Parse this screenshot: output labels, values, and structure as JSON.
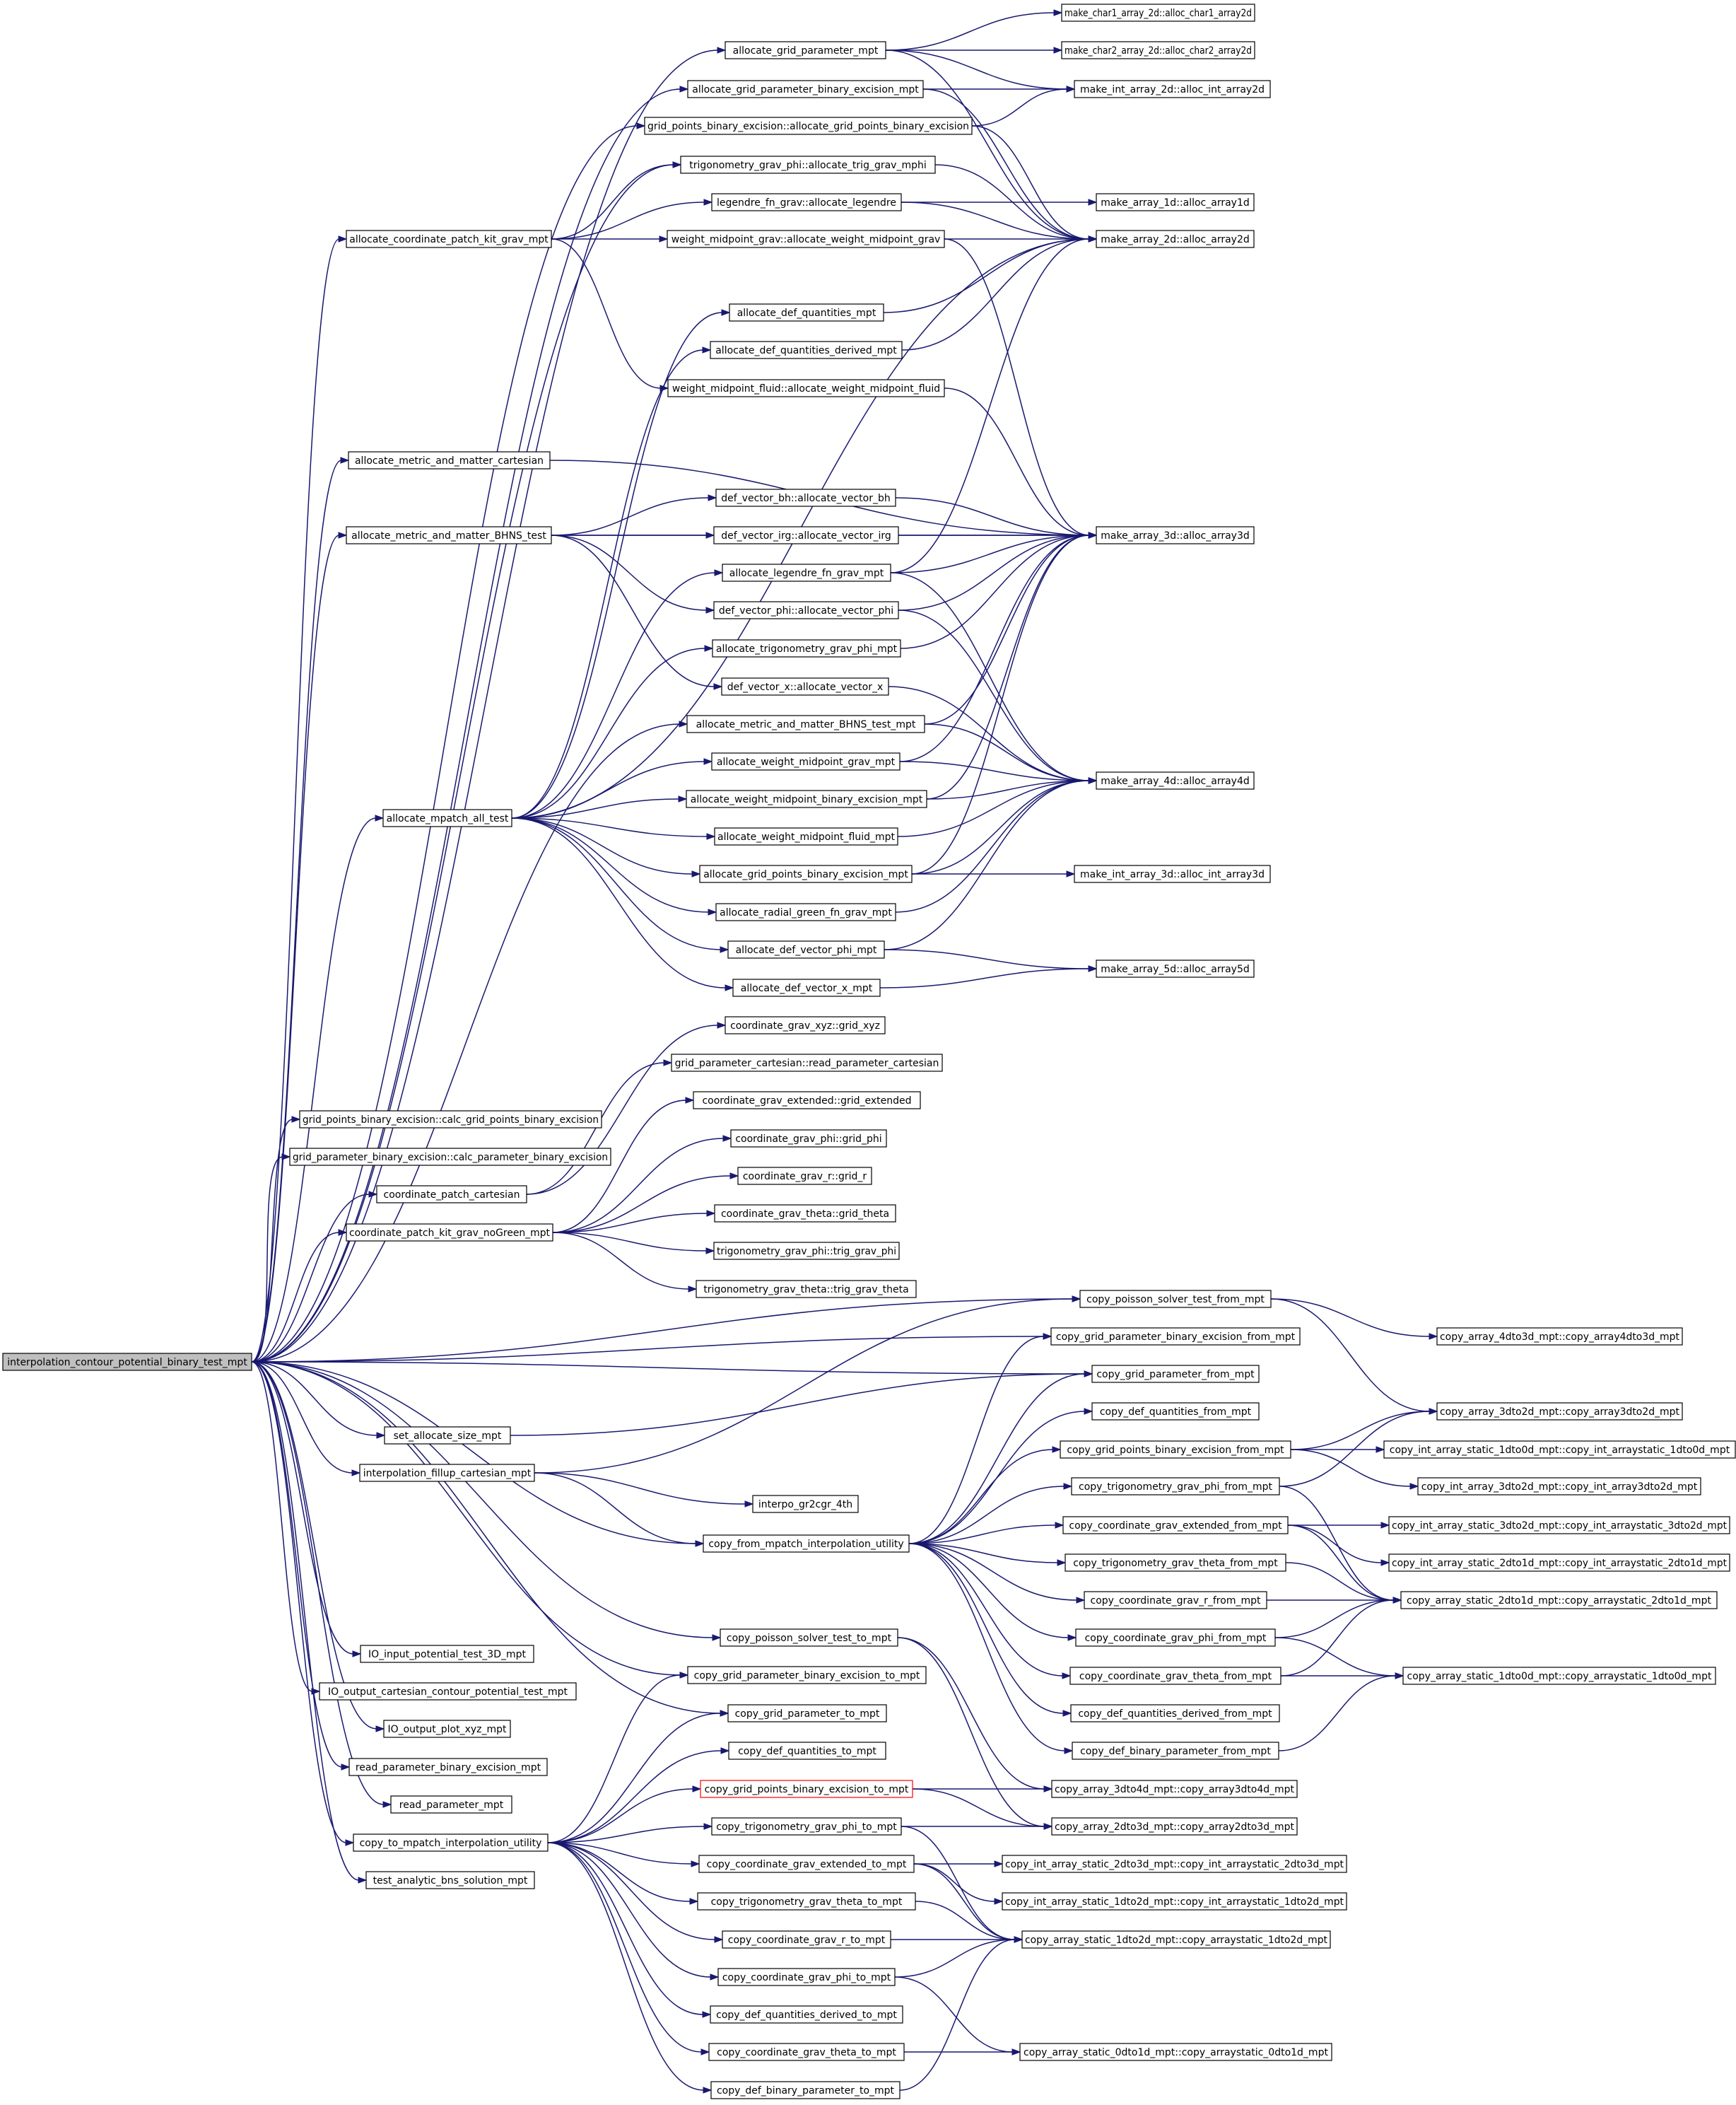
{
  "nodes": [
    {
      "id": "root",
      "label": "interpolation_contour_potential_binary_test_mpt"
    },
    {
      "id": "agp",
      "label": "allocate_grid_parameter_mpt"
    },
    {
      "id": "agpb",
      "label": "allocate_grid_parameter_binary_excision_mpt"
    },
    {
      "id": "gpbe_alloc",
      "label": "grid_points_binary_excision::allocate_grid_points_binary_excision"
    },
    {
      "id": "trig_alloc",
      "label": "trigonometry_grav_phi::allocate_trig_grav_mphi"
    },
    {
      "id": "leg_alloc",
      "label": "legendre_fn_grav::allocate_legendre"
    },
    {
      "id": "acpk",
      "label": "allocate_coordinate_patch_kit_grav_mpt"
    },
    {
      "id": "wmg_alloc",
      "label": "weight_midpoint_grav::allocate_weight_midpoint_grav"
    },
    {
      "id": "adq",
      "label": "allocate_def_quantities_mpt"
    },
    {
      "id": "adqd",
      "label": "allocate_def_quantities_derived_mpt"
    },
    {
      "id": "wmf_alloc",
      "label": "weight_midpoint_fluid::allocate_weight_midpoint_fluid"
    },
    {
      "id": "amm_cart",
      "label": "allocate_metric_and_matter_cartesian"
    },
    {
      "id": "amm_bhns",
      "label": "allocate_metric_and_matter_BHNS_test"
    },
    {
      "id": "dv_bh",
      "label": "def_vector_bh::allocate_vector_bh"
    },
    {
      "id": "dv_irg",
      "label": "def_vector_irg::allocate_vector_irg"
    },
    {
      "id": "alfg",
      "label": "allocate_legendre_fn_grav_mpt"
    },
    {
      "id": "dv_phi",
      "label": "def_vector_phi::allocate_vector_phi"
    },
    {
      "id": "atgp",
      "label": "allocate_trigonometry_grav_phi_mpt"
    },
    {
      "id": "dv_x",
      "label": "def_vector_x::allocate_vector_x"
    },
    {
      "id": "amm_bhns_mpt",
      "label": "allocate_metric_and_matter_BHNS_test_mpt"
    },
    {
      "id": "awmg",
      "label": "allocate_weight_midpoint_grav_mpt"
    },
    {
      "id": "amall",
      "label": "allocate_mpatch_all_test"
    },
    {
      "id": "awmbe",
      "label": "allocate_weight_midpoint_binary_excision_mpt"
    },
    {
      "id": "awmf",
      "label": "allocate_weight_midpoint_fluid_mpt"
    },
    {
      "id": "agpbe",
      "label": "allocate_grid_points_binary_excision_mpt"
    },
    {
      "id": "argg",
      "label": "allocate_radial_green_fn_grav_mpt"
    },
    {
      "id": "advp",
      "label": "allocate_def_vector_phi_mpt"
    },
    {
      "id": "advx",
      "label": "allocate_def_vector_x_mpt"
    },
    {
      "id": "mc1",
      "label": "make_char1_array_2d::alloc_char1_array2d"
    },
    {
      "id": "mc2",
      "label": "make_char2_array_2d::alloc_char2_array2d"
    },
    {
      "id": "mi2",
      "label": "make_int_array_2d::alloc_int_array2d"
    },
    {
      "id": "m1d",
      "label": "make_array_1d::alloc_array1d"
    },
    {
      "id": "m2d",
      "label": "make_array_2d::alloc_array2d"
    },
    {
      "id": "m3d",
      "label": "make_array_3d::alloc_array3d"
    },
    {
      "id": "m4d",
      "label": "make_array_4d::alloc_array4d"
    },
    {
      "id": "mi3",
      "label": "make_int_array_3d::alloc_int_array3d"
    },
    {
      "id": "m5d",
      "label": "make_array_5d::alloc_array5d"
    },
    {
      "id": "cg_xyz",
      "label": "coordinate_grav_xyz::grid_xyz"
    },
    {
      "id": "gp_read",
      "label": "grid_parameter_cartesian::read_parameter_cartesian"
    },
    {
      "id": "cg_ext",
      "label": "coordinate_grav_extended::grid_extended"
    },
    {
      "id": "calc_gpbe",
      "label": "grid_points_binary_excision::calc_grid_points_binary_excision"
    },
    {
      "id": "cg_phi",
      "label": "coordinate_grav_phi::grid_phi"
    },
    {
      "id": "calc_gpb",
      "label": "grid_parameter_binary_excision::calc_parameter_binary_excision"
    },
    {
      "id": "cpc",
      "label": "coordinate_patch_cartesian"
    },
    {
      "id": "cg_r",
      "label": "coordinate_grav_r::grid_r"
    },
    {
      "id": "cpkng",
      "label": "coordinate_patch_kit_grav_noGreen_mpt"
    },
    {
      "id": "cg_theta",
      "label": "coordinate_grav_theta::grid_theta"
    },
    {
      "id": "tg_phi",
      "label": "trigonometry_grav_phi::trig_grav_phi"
    },
    {
      "id": "tg_theta",
      "label": "trigonometry_grav_theta::trig_grav_theta"
    },
    {
      "id": "cps_from",
      "label": "copy_poisson_solver_test_from_mpt"
    },
    {
      "id": "cgpbe_from",
      "label": "copy_grid_parameter_binary_excision_from_mpt"
    },
    {
      "id": "cgp_from",
      "label": "copy_grid_parameter_from_mpt"
    },
    {
      "id": "cdq_from",
      "label": "copy_def_quantities_from_mpt"
    },
    {
      "id": "sas",
      "label": "set_allocate_size_mpt"
    },
    {
      "id": "cgpts_from",
      "label": "copy_grid_points_binary_excision_from_mpt"
    },
    {
      "id": "ifc",
      "label": "interpolation_fillup_cartesian_mpt"
    },
    {
      "id": "ctgp_from",
      "label": "copy_trigonometry_grav_phi_from_mpt"
    },
    {
      "id": "interpo",
      "label": "interpo_gr2cgr_4th"
    },
    {
      "id": "ccge_from",
      "label": "copy_coordinate_grav_extended_from_mpt"
    },
    {
      "id": "cfmiu",
      "label": "copy_from_mpatch_interpolation_utility"
    },
    {
      "id": "ctgt_from",
      "label": "copy_trigonometry_grav_theta_from_mpt"
    },
    {
      "id": "ccgr_from",
      "label": "copy_coordinate_grav_r_from_mpt"
    },
    {
      "id": "cps_to",
      "label": "copy_poisson_solver_test_to_mpt"
    },
    {
      "id": "ccgp_from",
      "label": "copy_coordinate_grav_phi_from_mpt"
    },
    {
      "id": "cgpbe_to",
      "label": "copy_grid_parameter_binary_excision_to_mpt"
    },
    {
      "id": "ccgt_from",
      "label": "copy_coordinate_grav_theta_from_mpt"
    },
    {
      "id": "io_in",
      "label": "IO_input_potential_test_3D_mpt"
    },
    {
      "id": "io_out",
      "label": "IO_output_cartesian_contour_potential_test_mpt"
    },
    {
      "id": "cdqd_from",
      "label": "copy_def_quantities_derived_from_mpt"
    },
    {
      "id": "io_plot",
      "label": "IO_output_plot_xyz_mpt"
    },
    {
      "id": "cgp_to",
      "label": "copy_grid_parameter_to_mpt"
    },
    {
      "id": "cdbp_from",
      "label": "copy_def_binary_parameter_from_mpt"
    },
    {
      "id": "rpbe",
      "label": "read_parameter_binary_excision_mpt"
    },
    {
      "id": "cdq_to",
      "label": "copy_def_quantities_to_mpt"
    },
    {
      "id": "rp",
      "label": "read_parameter_mpt"
    },
    {
      "id": "cgpts_to",
      "label": "copy_grid_points_binary_excision_to_mpt"
    },
    {
      "id": "ctmiu",
      "label": "copy_to_mpatch_interpolation_utility"
    },
    {
      "id": "ctgp_to",
      "label": "copy_trigonometry_grav_phi_to_mpt"
    },
    {
      "id": "tabs",
      "label": "test_analytic_bns_solution_mpt"
    },
    {
      "id": "ccge_to",
      "label": "copy_coordinate_grav_extended_to_mpt"
    },
    {
      "id": "ctgt_to",
      "label": "copy_trigonometry_grav_theta_to_mpt"
    },
    {
      "id": "ccgr_to",
      "label": "copy_coordinate_grav_r_to_mpt"
    },
    {
      "id": "ccgp_to",
      "label": "copy_coordinate_grav_phi_to_mpt"
    },
    {
      "id": "cdqd_to",
      "label": "copy_def_quantities_derived_to_mpt"
    },
    {
      "id": "ccgt_to",
      "label": "copy_coordinate_grav_theta_to_mpt"
    },
    {
      "id": "cdbp_to",
      "label": "copy_def_binary_parameter_to_mpt"
    },
    {
      "id": "ca43",
      "label": "copy_array_4dto3d_mpt::copy_array4dto3d_mpt"
    },
    {
      "id": "ca32",
      "label": "copy_array_3dto2d_mpt::copy_array3dto2d_mpt"
    },
    {
      "id": "cias10",
      "label": "copy_int_array_static_1dto0d_mpt::copy_int_arraystatic_1dto0d_mpt"
    },
    {
      "id": "cia32",
      "label": "copy_int_array_3dto2d_mpt::copy_int_array3dto2d_mpt"
    },
    {
      "id": "cias32",
      "label": "copy_int_array_static_3dto2d_mpt::copy_int_arraystatic_3dto2d_mpt"
    },
    {
      "id": "cias21",
      "label": "copy_int_array_static_2dto1d_mpt::copy_int_arraystatic_2dto1d_mpt"
    },
    {
      "id": "cas21",
      "label": "copy_array_static_2dto1d_mpt::copy_arraystatic_2dto1d_mpt"
    },
    {
      "id": "cas10",
      "label": "copy_array_static_1dto0d_mpt::copy_arraystatic_1dto0d_mpt"
    },
    {
      "id": "ca34",
      "label": "copy_array_3dto4d_mpt::copy_array3dto4d_mpt"
    },
    {
      "id": "ca23",
      "label": "copy_array_2dto3d_mpt::copy_array2dto3d_mpt"
    },
    {
      "id": "cias23",
      "label": "copy_int_array_static_2dto3d_mpt::copy_int_arraystatic_2dto3d_mpt"
    },
    {
      "id": "cias12",
      "label": "copy_int_array_static_1dto2d_mpt::copy_int_arraystatic_1dto2d_mpt"
    },
    {
      "id": "cas12",
      "label": "copy_array_static_1dto2d_mpt::copy_arraystatic_1dto2d_mpt"
    },
    {
      "id": "cas01",
      "label": "copy_array_static_0dto1d_mpt::copy_arraystatic_0dto1d_mpt"
    }
  ],
  "edges": [
    [
      "root",
      "agp"
    ],
    [
      "root",
      "agpb"
    ],
    [
      "root",
      "gpbe_alloc"
    ],
    [
      "root",
      "trig_alloc"
    ],
    [
      "root",
      "acpk"
    ],
    [
      "root",
      "amm_cart"
    ],
    [
      "root",
      "amm_bhns"
    ],
    [
      "root",
      "amm_bhns_mpt"
    ],
    [
      "root",
      "amall"
    ],
    [
      "root",
      "calc_gpbe"
    ],
    [
      "root",
      "calc_gpb"
    ],
    [
      "root",
      "cpc"
    ],
    [
      "root",
      "cpkng"
    ],
    [
      "root",
      "cps_from"
    ],
    [
      "root",
      "cgpbe_from"
    ],
    [
      "root",
      "cgp_from"
    ],
    [
      "root",
      "sas"
    ],
    [
      "root",
      "ifc"
    ],
    [
      "root",
      "cfmiu"
    ],
    [
      "root",
      "cps_to"
    ],
    [
      "root",
      "cgpbe_to"
    ],
    [
      "root",
      "cgp_to"
    ],
    [
      "root",
      "io_in"
    ],
    [
      "root",
      "io_out"
    ],
    [
      "root",
      "io_plot"
    ],
    [
      "root",
      "rpbe"
    ],
    [
      "root",
      "rp"
    ],
    [
      "root",
      "ctmiu"
    ],
    [
      "root",
      "tabs"
    ],
    [
      "agp",
      "mc1"
    ],
    [
      "agp",
      "mc2"
    ],
    [
      "agp",
      "mi2"
    ],
    [
      "agp",
      "m2d"
    ],
    [
      "agpb",
      "mi2"
    ],
    [
      "agpb",
      "m2d"
    ],
    [
      "gpbe_alloc",
      "mi2"
    ],
    [
      "gpbe_alloc",
      "m2d"
    ],
    [
      "trig_alloc",
      "m2d"
    ],
    [
      "leg_alloc",
      "m1d"
    ],
    [
      "leg_alloc",
      "m2d"
    ],
    [
      "acpk",
      "trig_alloc"
    ],
    [
      "acpk",
      "leg_alloc"
    ],
    [
      "acpk",
      "wmg_alloc"
    ],
    [
      "acpk",
      "wmf_alloc"
    ],
    [
      "wmg_alloc",
      "m2d"
    ],
    [
      "wmg_alloc",
      "m3d"
    ],
    [
      "adq",
      "m2d"
    ],
    [
      "adqd",
      "m2d"
    ],
    [
      "wmf_alloc",
      "m3d"
    ],
    [
      "amm_cart",
      "m3d"
    ],
    [
      "amm_bhns",
      "m3d"
    ],
    [
      "amm_bhns",
      "dv_bh"
    ],
    [
      "amm_bhns",
      "dv_irg"
    ],
    [
      "amm_bhns",
      "dv_phi"
    ],
    [
      "amm_bhns",
      "dv_x"
    ],
    [
      "dv_bh",
      "m3d"
    ],
    [
      "dv_irg",
      "m3d"
    ],
    [
      "dv_phi",
      "m3d"
    ],
    [
      "dv_phi",
      "m4d"
    ],
    [
      "dv_x",
      "m4d"
    ],
    [
      "alfg",
      "m2d"
    ],
    [
      "alfg",
      "m3d"
    ],
    [
      "alfg",
      "m4d"
    ],
    [
      "atgp",
      "m3d"
    ],
    [
      "amm_bhns_mpt",
      "m3d"
    ],
    [
      "amm_bhns_mpt",
      "m4d"
    ],
    [
      "awmg",
      "m3d"
    ],
    [
      "awmg",
      "m4d"
    ],
    [
      "awmbe",
      "m3d"
    ],
    [
      "awmbe",
      "m4d"
    ],
    [
      "awmf",
      "m4d"
    ],
    [
      "agpbe",
      "m3d"
    ],
    [
      "agpbe",
      "m4d"
    ],
    [
      "agpbe",
      "mi3"
    ],
    [
      "argg",
      "m4d"
    ],
    [
      "advp",
      "m4d"
    ],
    [
      "advp",
      "m5d"
    ],
    [
      "advx",
      "m5d"
    ],
    [
      "amall",
      "adq"
    ],
    [
      "amall",
      "adqd"
    ],
    [
      "amall",
      "m2d"
    ],
    [
      "amall",
      "alfg"
    ],
    [
      "amall",
      "atgp"
    ],
    [
      "amall",
      "awmg"
    ],
    [
      "amall",
      "awmbe"
    ],
    [
      "amall",
      "awmf"
    ],
    [
      "amall",
      "agpbe"
    ],
    [
      "amall",
      "argg"
    ],
    [
      "amall",
      "advp"
    ],
    [
      "amall",
      "advx"
    ],
    [
      "cpc",
      "cg_xyz"
    ],
    [
      "cpc",
      "gp_read"
    ],
    [
      "cpkng",
      "cg_ext"
    ],
    [
      "cpkng",
      "cg_phi"
    ],
    [
      "cpkng",
      "cg_r"
    ],
    [
      "cpkng",
      "cg_theta"
    ],
    [
      "cpkng",
      "tg_phi"
    ],
    [
      "cpkng",
      "tg_theta"
    ],
    [
      "sas",
      "cgp_from"
    ],
    [
      "ifc",
      "cps_from"
    ],
    [
      "ifc",
      "interpo"
    ],
    [
      "ifc",
      "cfmiu"
    ],
    [
      "cps_from",
      "ca43"
    ],
    [
      "cps_from",
      "ca32"
    ],
    [
      "cfmiu",
      "cgpbe_from"
    ],
    [
      "cfmiu",
      "cgp_from"
    ],
    [
      "cfmiu",
      "cdq_from"
    ],
    [
      "cfmiu",
      "cgpts_from"
    ],
    [
      "cfmiu",
      "ctgp_from"
    ],
    [
      "cfmiu",
      "ccge_from"
    ],
    [
      "cfmiu",
      "ctgt_from"
    ],
    [
      "cfmiu",
      "ccgr_from"
    ],
    [
      "cfmiu",
      "ccgp_from"
    ],
    [
      "cfmiu",
      "ccgt_from"
    ],
    [
      "cfmiu",
      "cdqd_from"
    ],
    [
      "cfmiu",
      "cdbp_from"
    ],
    [
      "cgpts_from",
      "ca32"
    ],
    [
      "cgpts_from",
      "cias10"
    ],
    [
      "cgpts_from",
      "cia32"
    ],
    [
      "ctgp_from",
      "ca32"
    ],
    [
      "ctgp_from",
      "cas21"
    ],
    [
      "ccge_from",
      "cias32"
    ],
    [
      "ccge_from",
      "cias21"
    ],
    [
      "ccge_from",
      "cas21"
    ],
    [
      "ctgt_from",
      "cas21"
    ],
    [
      "ccgr_from",
      "cas21"
    ],
    [
      "ccgp_from",
      "cas21"
    ],
    [
      "ccgp_from",
      "cas10"
    ],
    [
      "ccgt_from",
      "cas21"
    ],
    [
      "ccgt_from",
      "cas10"
    ],
    [
      "cdbp_from",
      "cas10"
    ],
    [
      "cps_to",
      "ca34"
    ],
    [
      "cps_to",
      "ca23"
    ],
    [
      "ctmiu",
      "cgpbe_to"
    ],
    [
      "ctmiu",
      "cgp_to"
    ],
    [
      "ctmiu",
      "cdq_to"
    ],
    [
      "ctmiu",
      "cgpts_to"
    ],
    [
      "ctmiu",
      "ctgp_to"
    ],
    [
      "ctmiu",
      "ccge_to"
    ],
    [
      "ctmiu",
      "ctgt_to"
    ],
    [
      "ctmiu",
      "ccgr_to"
    ],
    [
      "ctmiu",
      "ccgp_to"
    ],
    [
      "ctmiu",
      "cdqd_to"
    ],
    [
      "ctmiu",
      "ccgt_to"
    ],
    [
      "ctmiu",
      "cdbp_to"
    ],
    [
      "cgpts_to",
      "ca34"
    ],
    [
      "cgpts_to",
      "ca23"
    ],
    [
      "ctgp_to",
      "ca23"
    ],
    [
      "ctgp_to",
      "cas12"
    ],
    [
      "ccge_to",
      "cias23"
    ],
    [
      "ccge_to",
      "cias12"
    ],
    [
      "ccge_to",
      "cas12"
    ],
    [
      "ctgt_to",
      "cas12"
    ],
    [
      "ccgr_to",
      "cas12"
    ],
    [
      "ccgp_to",
      "cas12"
    ],
    [
      "ccgp_to",
      "cas01"
    ],
    [
      "ccgt_to",
      "cas01"
    ],
    [
      "cdbp_to",
      "cas12"
    ]
  ]
}
